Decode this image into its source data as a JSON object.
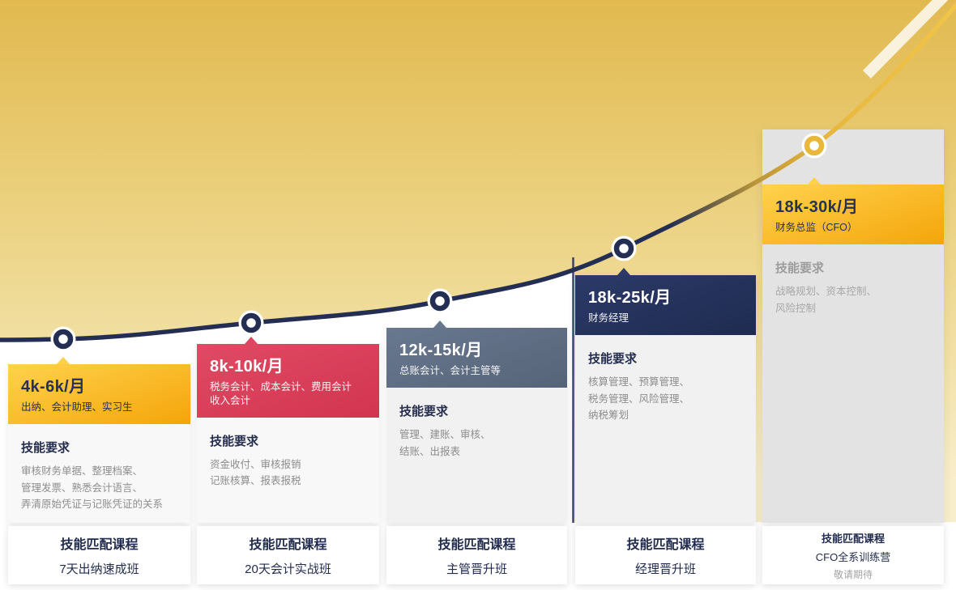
{
  "stages": [
    {
      "salary": "4k-6k/月",
      "roles": "出纳、会计助理、实习生",
      "skills_title": "技能要求",
      "skills": "审核财务单据、整理档案、\n管理发票、熟悉会计语言、\n弄清原始凭证与记账凭证的关系",
      "course_label": "技能匹配课程",
      "course_name": "7天出纳速成班"
    },
    {
      "salary": "8k-10k/月",
      "roles": "税务会计、成本会计、费用会计\n收入会计",
      "skills_title": "技能要求",
      "skills": "资金收付、审核报销\n记账核算、报表报税",
      "course_label": "技能匹配课程",
      "course_name": "20天会计实战班"
    },
    {
      "salary": "12k-15k/月",
      "roles": "总账会计、会计主管等",
      "skills_title": "技能要求",
      "skills": "管理、建账、审核、\n结账、出报表",
      "course_label": "技能匹配课程",
      "course_name": "主管晋升班"
    },
    {
      "salary": "18k-25k/月",
      "roles": "财务经理",
      "skills_title": "技能要求",
      "skills": "核算管理、预算管理、\n税务管理、风险管理、\n纳税筹划",
      "course_label": "技能匹配课程",
      "course_name": "经理晋升班"
    },
    {
      "salary": "18k-30k/月",
      "roles": "财务总监（CFO）",
      "skills_title": "技能要求",
      "skills": "战略规划、资本控制、\n风险控制",
      "course_label": "技能匹配课程",
      "course_name": "CFO全系训练营",
      "course_status": "敬请期待"
    }
  ],
  "colors": {
    "navy_line": "#232e52",
    "gold_line": "#e9b73a",
    "badge_gold_top": "#ffd24d",
    "badge_gold_bottom": "#f4a50a",
    "badge_red": "#d84058",
    "badge_slate": "#5f7089",
    "badge_navy": "#24335c",
    "bg_gold_top": "#e1b94f",
    "bg_gold_bottom": "#f8eecb",
    "muted_text": "#8d8d8d"
  }
}
